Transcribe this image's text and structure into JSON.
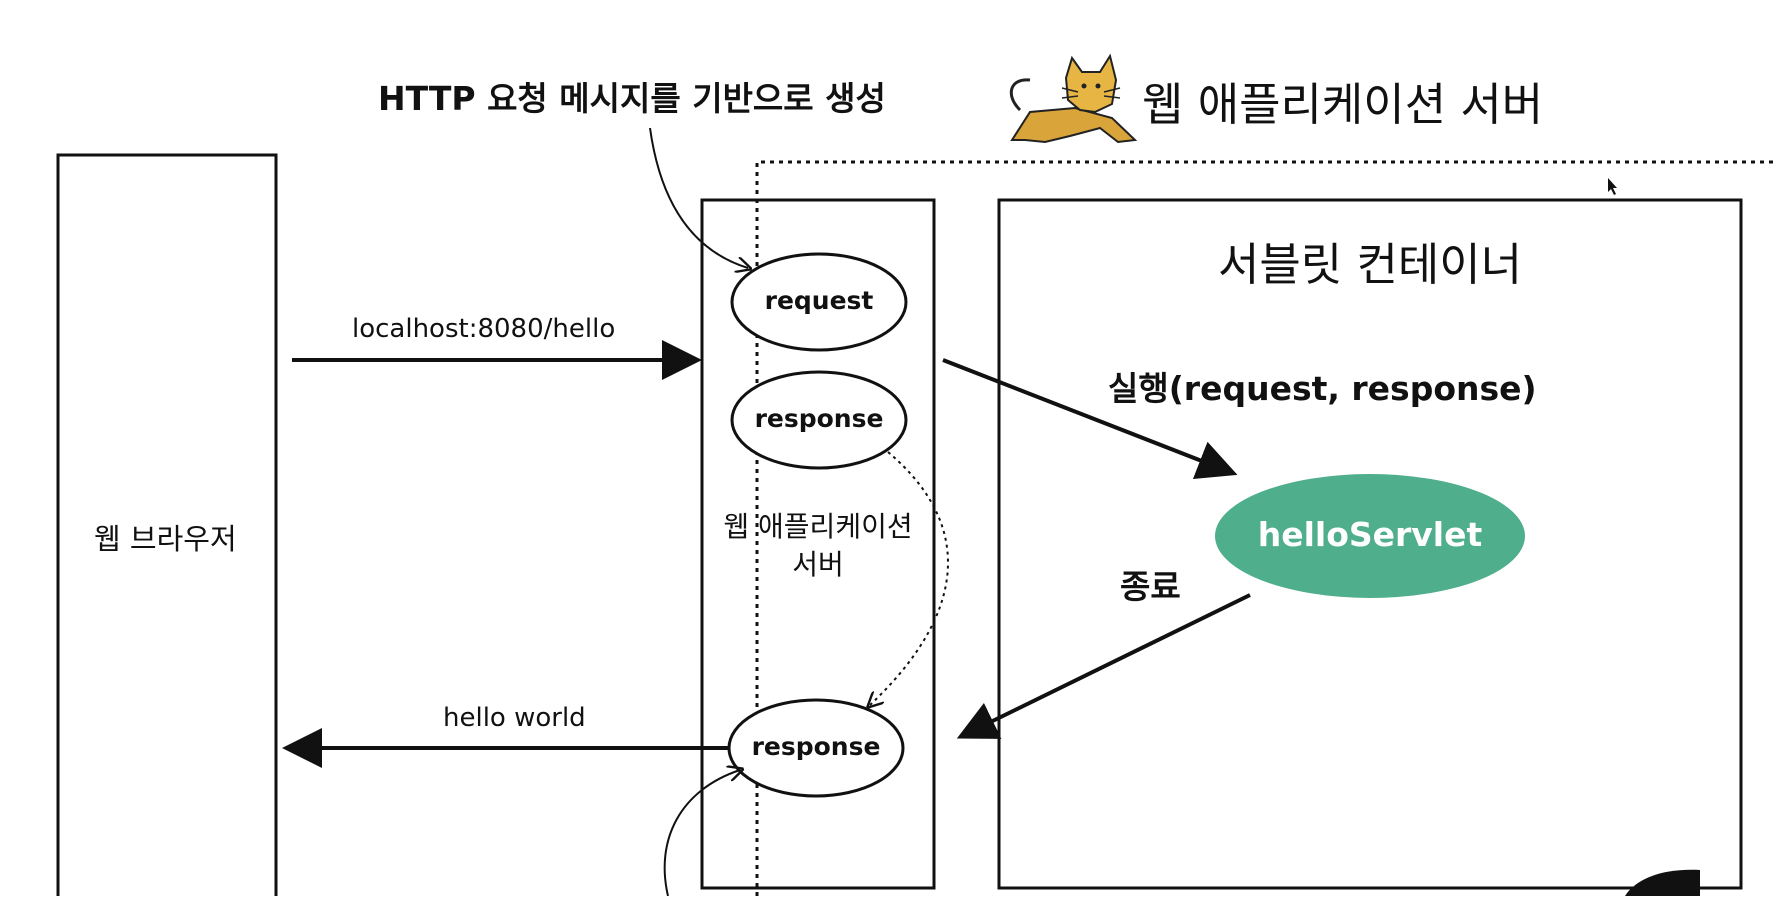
{
  "header": {
    "caption": "HTTP 요청 메시지를 기반으로 생성",
    "server_title": "웹 애플리케이션 서버",
    "logo": "tomcat-logo-icon"
  },
  "browser": {
    "label": "웹 브라우저"
  },
  "was": {
    "label_line1": "웹 애플리케이션",
    "label_line2": "서버",
    "request": "request",
    "response_top": "response",
    "response_bottom": "response"
  },
  "container": {
    "title": "서블릿 컨테이너",
    "servlet": "helloServlet",
    "execute": "실행(request, response)",
    "finish": "종료"
  },
  "arrows": {
    "url": "localhost:8080/hello",
    "reply": "hello world"
  },
  "colors": {
    "servlet_fill": "#4fae8c",
    "servlet_text": "#ffffff",
    "line": "#111111",
    "logo_body": "#d9a53a"
  }
}
